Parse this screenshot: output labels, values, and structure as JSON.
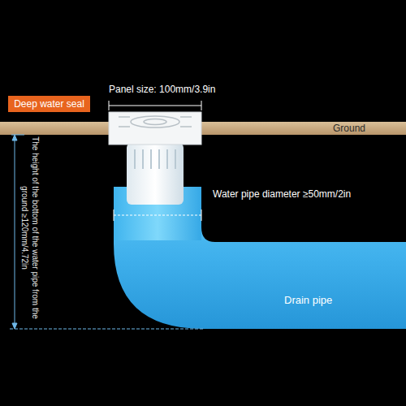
{
  "diagram": {
    "nodes": [
      {
        "text": [
          "Deep water seal"
        ]
      },
      {
        "text": [
          "Ground"
        ]
      }
    ],
    "labels": [
      "Panel size: 100mm/3.9in",
      "Water pipe diameter ≥50mm/2in",
      "The height of the bottom of the water pipe from the ground ≥120mm/4.72in",
      "Drain pipe"
    ]
  }
}
